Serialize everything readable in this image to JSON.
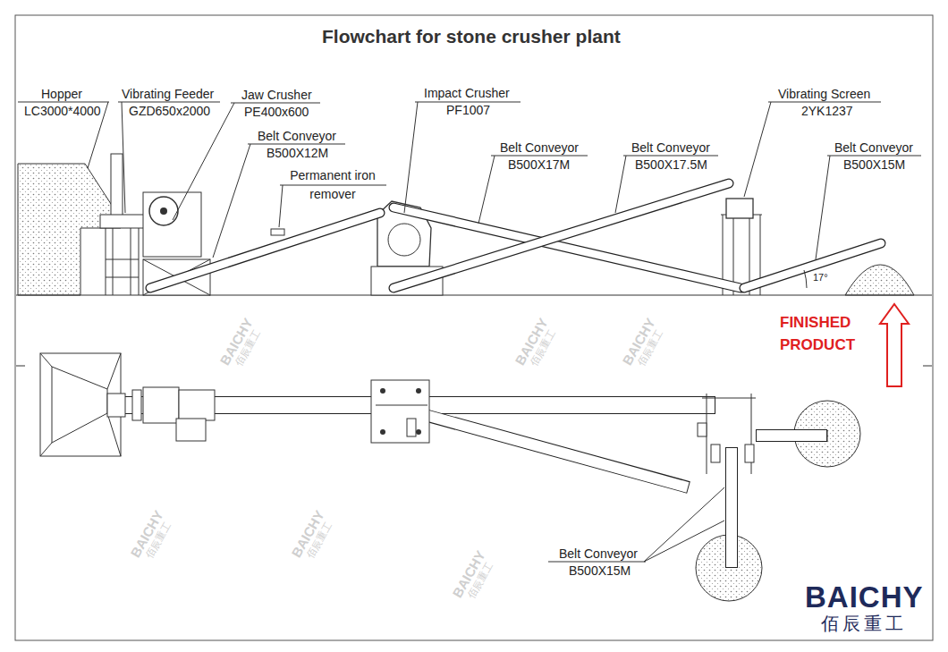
{
  "diagram": {
    "title": "Flowchart for stone crusher plant",
    "labels": [
      "Hopper",
      "LC3000*4000",
      "Vibrating Feeder",
      "GZD650x2000",
      "Jaw Crusher",
      "PE400x600",
      "Belt Conveyor",
      "B500X12M",
      "Permanent iron remover",
      "Impact Crusher",
      "PF1007",
      "Belt Conveyor",
      "B500X17M",
      "Belt Conveyor",
      "B500X17.5M",
      "Vibrating Screen",
      "2YK1237",
      "Belt Conveyor",
      "B500X15M",
      "17°",
      "FINISHED PRODUCT",
      "Belt Conveyor",
      "B500X15M",
      "BAICHY",
      "佰辰重工",
      "BAICHY",
      "佰辰重工",
      "BAICHY",
      "佰辰重工",
      "BAICHY",
      "佰辰重工",
      "BAICHY",
      "佰辰重工",
      "BAICHY",
      "佰辰重工",
      "BAICHY",
      "佰辰重工"
    ]
  }
}
